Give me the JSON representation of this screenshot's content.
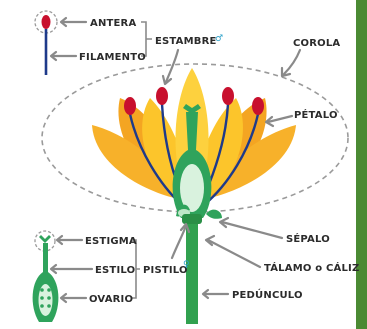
{
  "labels": {
    "antera": "ANTERA",
    "filamento": "FILAMENTO",
    "estambre": "ESTAMBRE",
    "corola": "COROLA",
    "petalo": "PÉTALO",
    "sepalo": "SÉPALO",
    "talamo": "TÁLAMO o CÁLIZ",
    "pedunculo": "PEDÚNCULO",
    "estigma": "ESTIGMA",
    "estilo": "ESTILO",
    "pistilo": "PISTILO",
    "ovario": "OVARIO"
  },
  "symbols": {
    "male": "♂",
    "female": "♀"
  },
  "colors": {
    "background_frame": "#4b8a33",
    "card": "#ffffff",
    "petal_light": "#fcc52b",
    "petal_dark": "#f4a522",
    "pistil_green": "#2fa35c",
    "pistil_light": "#d9f2de",
    "stem": "#31a14f",
    "filament": "#1e3a8a",
    "anther": "#c8102e",
    "arrow": "#8a8a8a",
    "symbol": "#2aa0c9"
  }
}
